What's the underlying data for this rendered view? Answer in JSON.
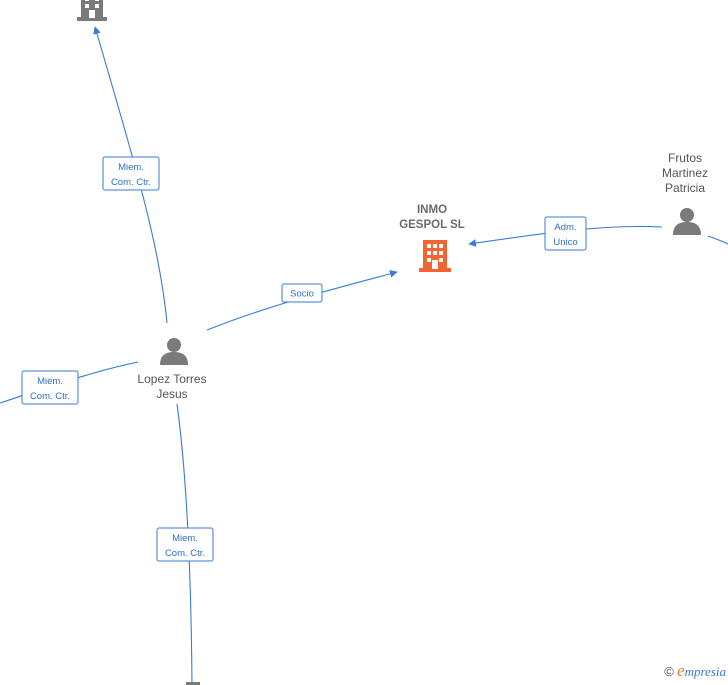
{
  "colors": {
    "edge": "#3a7bd5",
    "company_main": "#f26430",
    "company_other": "#7a7a7a",
    "person": "#7a7a7a"
  },
  "nodes": {
    "main_company": {
      "label_line1": "INMO",
      "label_line2": "GESPOL  SL",
      "icon": "building-icon"
    },
    "top_company": {
      "icon": "building-icon"
    },
    "person_lopez": {
      "label_line1": "Lopez Torres",
      "label_line2": "Jesus",
      "icon": "person-icon"
    },
    "person_frutos": {
      "label_line1": "Frutos",
      "label_line2": "Martinez",
      "label_line3": "Patricia",
      "icon": "person-icon"
    }
  },
  "edges": {
    "lopez_to_main": {
      "line1": "Socio",
      "line2": ""
    },
    "frutos_to_main": {
      "line1": "Adm.",
      "line2": "Unico"
    },
    "lopez_to_top": {
      "line1": "Miem.",
      "line2": "Com. Ctr."
    },
    "lopez_to_left": {
      "line1": "Miem.",
      "line2": "Com. Ctr."
    },
    "lopez_to_bottom": {
      "line1": "Miem.",
      "line2": "Com. Ctr."
    }
  },
  "footer": {
    "copyright": "©",
    "brand_initial": "e",
    "brand_rest": "mpresia"
  }
}
